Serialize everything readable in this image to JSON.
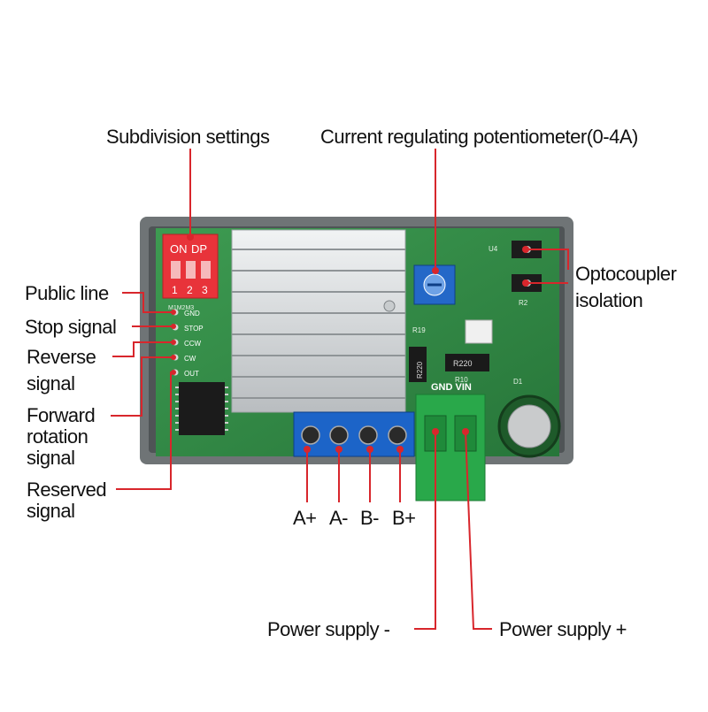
{
  "labels": {
    "subdivision": "Subdivision settings",
    "current_pot": "Current regulating potentiometer(0-4A)",
    "optocoupler_line1": "Optocoupler",
    "optocoupler_line2": "isolation",
    "public_line": "Public line",
    "stop_signal": "Stop signal",
    "reverse_line1": "Reverse",
    "reverse_line2": "signal",
    "forward_line1": "Forward",
    "forward_line2": "rotation",
    "forward_line3": "signal",
    "reserved_line1": "Reserved",
    "reserved_line2": "signal",
    "power_minus": "Power supply -",
    "power_plus": "Power supply +"
  },
  "terminals": [
    "A+",
    "A-",
    "B-",
    "B+"
  ],
  "board": {
    "dip_on": "ON",
    "dip_dp": "DP",
    "dip_numbers": [
      "1",
      "2",
      "3"
    ],
    "dip_mode": "M1M2M3",
    "pins": [
      "GND",
      "STOP",
      "CCW",
      "CW",
      "OUT"
    ],
    "resistor_1": "R220",
    "resistor_2": "R220",
    "power_header": "GND VIN",
    "r10": "R10",
    "u4": "U4",
    "r2": "R2",
    "r19": "R19",
    "d1": "D1"
  },
  "colors": {
    "leader": "#d8262c",
    "pcb": "#2f8a44",
    "heatsink": "#d6d9dc",
    "dip": "#e8333a",
    "terminal_blue": "#1c64c8",
    "terminal_green": "#29a84a",
    "case": "#6f7476"
  }
}
